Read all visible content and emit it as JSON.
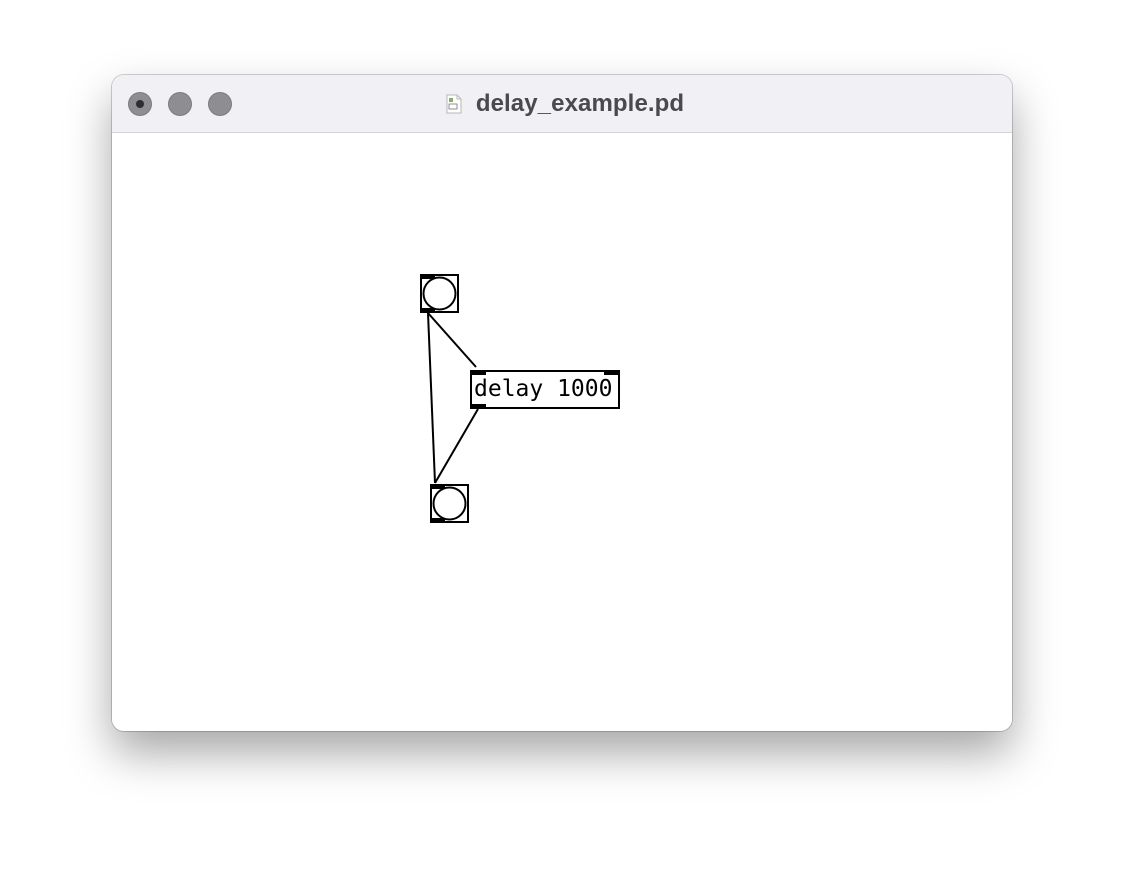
{
  "window": {
    "title": "delay_example.pd",
    "title_icon": "pd-document-icon",
    "traffic_lights": [
      "close",
      "minimize",
      "zoom"
    ]
  },
  "patch": {
    "objects": [
      {
        "id": "bang-top",
        "type": "bng"
      },
      {
        "id": "delay",
        "type": "object",
        "text": "delay 1000"
      },
      {
        "id": "bang-bottom",
        "type": "bng"
      }
    ],
    "connections": [
      {
        "from": "bang-top",
        "to": "delay"
      },
      {
        "from": "bang-top",
        "to": "bang-bottom"
      },
      {
        "from": "delay",
        "to": "bang-bottom"
      }
    ]
  },
  "colors": {
    "titlebar": "#f1f0f5",
    "traffic_light": "#8e8d91",
    "title_text": "#4a494c",
    "canvas": "#ffffff",
    "ink": "#000000"
  }
}
